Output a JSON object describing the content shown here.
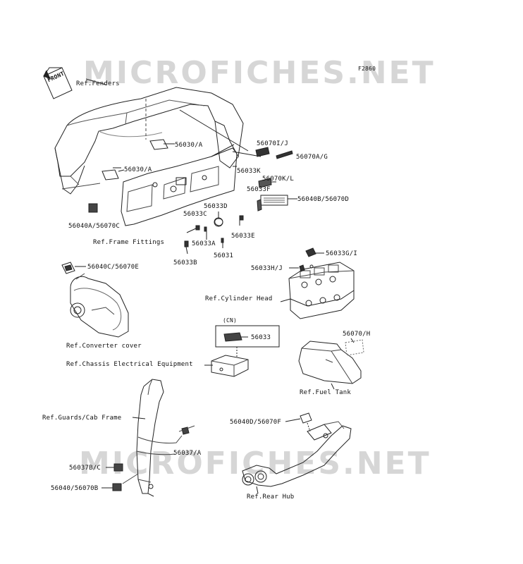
{
  "watermark": {
    "text": "MICROFICHES.NET"
  },
  "figure_code": "F2860",
  "front_label": "FRONT",
  "cn_label": "(CN)",
  "references": {
    "fenders": "Ref.Fenders",
    "frame_fittings": "Ref.Frame Fittings",
    "cylinder_head": "Ref.Cylinder Head",
    "converter_cover": "Ref.Converter cover",
    "chassis_electrical": "Ref.Chassis Electrical Equipment",
    "fuel_tank": "Ref.Fuel Tank",
    "guards_cab_frame": "Ref.Guards/Cab Frame",
    "rear_hub": "Ref.Rear Hub"
  },
  "parts": {
    "p56030A_top": "56030/A",
    "p56030A_left": "56030/A",
    "p56070IJ": "56070I/J",
    "p56070AG": "56070A/G",
    "p56033K": "56033K",
    "p56070KL": "56070K/L",
    "p56033F": "56033F",
    "p56040B_56070D": "56040B/56070D",
    "p56040A_56070C": "56040A/56070C",
    "p56033D": "56033D",
    "p56033C": "56033C",
    "p56033E": "56033E",
    "p56033A": "56033A",
    "p56031": "56031",
    "p56033B": "56033B",
    "p56033GI": "56033G/I",
    "p56033HJ": "56033H/J",
    "p56040C_56070E": "56040C/56070E",
    "p56033": "56033",
    "p56070H": "56070/H",
    "p56040D_56070F": "56040D/56070F",
    "p56037A": "56037/A",
    "p56037BC": "56037B/C",
    "p56040_56070B": "56040/56070B"
  }
}
